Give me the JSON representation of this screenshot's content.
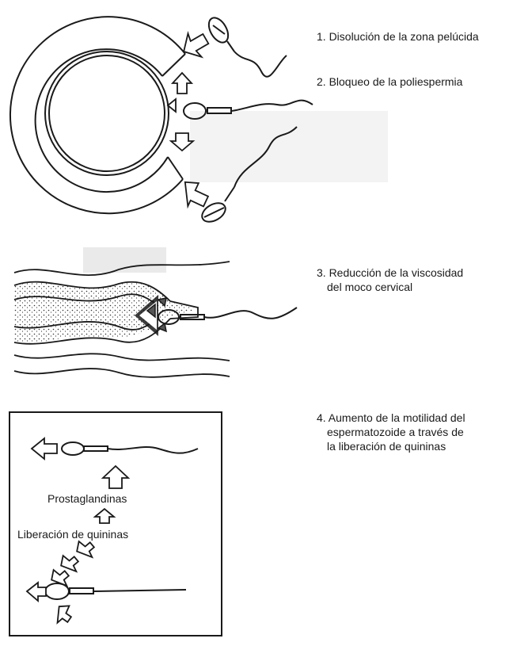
{
  "labels": {
    "step1": "1. Disolución de la zona pelúcida",
    "step2": "2. Bloqueo de la poliespermia",
    "step3_line1": "3. Reducción de la viscosidad",
    "step3_line2": "del moco cervical",
    "step4_line1": "4. Aumento de la motilidad del",
    "step4_line2": "espermatozoide a través de",
    "step4_line3": "la liberación de quininas"
  },
  "inset": {
    "prostaglandins": "Prostaglandinas",
    "kinin_release": "Liberación de quininas"
  },
  "icons": [
    "ovum-icon",
    "sperm-icon",
    "arrow-icon",
    "cervical-mucus-icon"
  ],
  "colors": {
    "ink": "#1a1a1a",
    "paper": "#ffffff",
    "smudge": "#d9d9d9"
  }
}
